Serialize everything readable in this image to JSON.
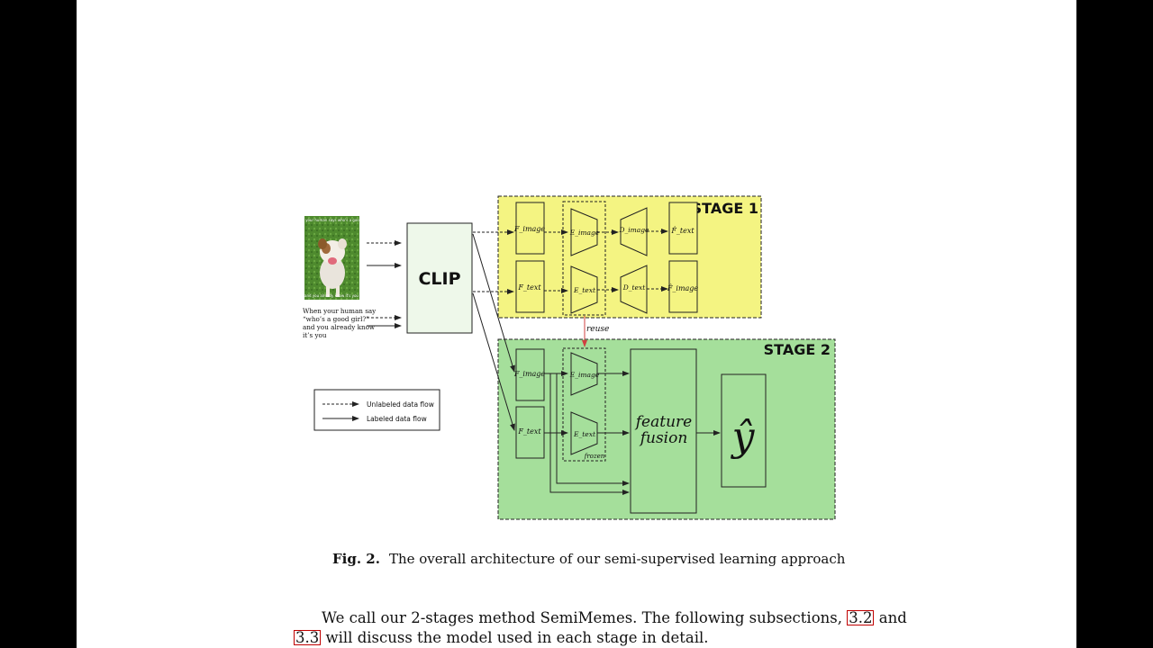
{
  "figure": {
    "meme": {
      "top_caption": "when your human says who's a good girl",
      "bottom_caption": "and you already know it's you",
      "text_input": [
        "When your human say",
        "“who’s a good girl?”",
        "and you already know",
        "it’s you"
      ]
    },
    "clip_label": "CLIP",
    "stage1": {
      "title": "STAGE 1",
      "blocks": [
        "F_image",
        "E_image",
        "D_image",
        "F̂_text",
        "F_text",
        "E_text",
        "D_text",
        "F̂_image"
      ]
    },
    "reuse_label": "reuse",
    "stage2": {
      "title": "STAGE 2",
      "blocks": [
        "F_image",
        "E_image",
        "F_text",
        "E_text"
      ],
      "frozen_label": "frozen",
      "fusion_line1": "feature",
      "fusion_line2": "fusion",
      "output_label": "ŷ"
    },
    "legend": {
      "unlabeled": "Unlabeled data flow",
      "labeled": "Labeled data flow"
    },
    "colors": {
      "stage1_fill": "#f4f482",
      "stage2_fill": "#a5df9b",
      "clip_fill": "#eef8ea",
      "reuse_arrow": "#d04040"
    }
  },
  "caption": {
    "label": "Fig. 2.",
    "text": "The overall architecture of our semi-supervised learning approach"
  },
  "body": {
    "line1_text": "We call our 2-stages method SemiMemes. The following subsections,",
    "ref1": "3.2",
    "and_text": "and",
    "ref2": "3.3",
    "line2_text": "will discuss the model used in each stage in detail."
  }
}
